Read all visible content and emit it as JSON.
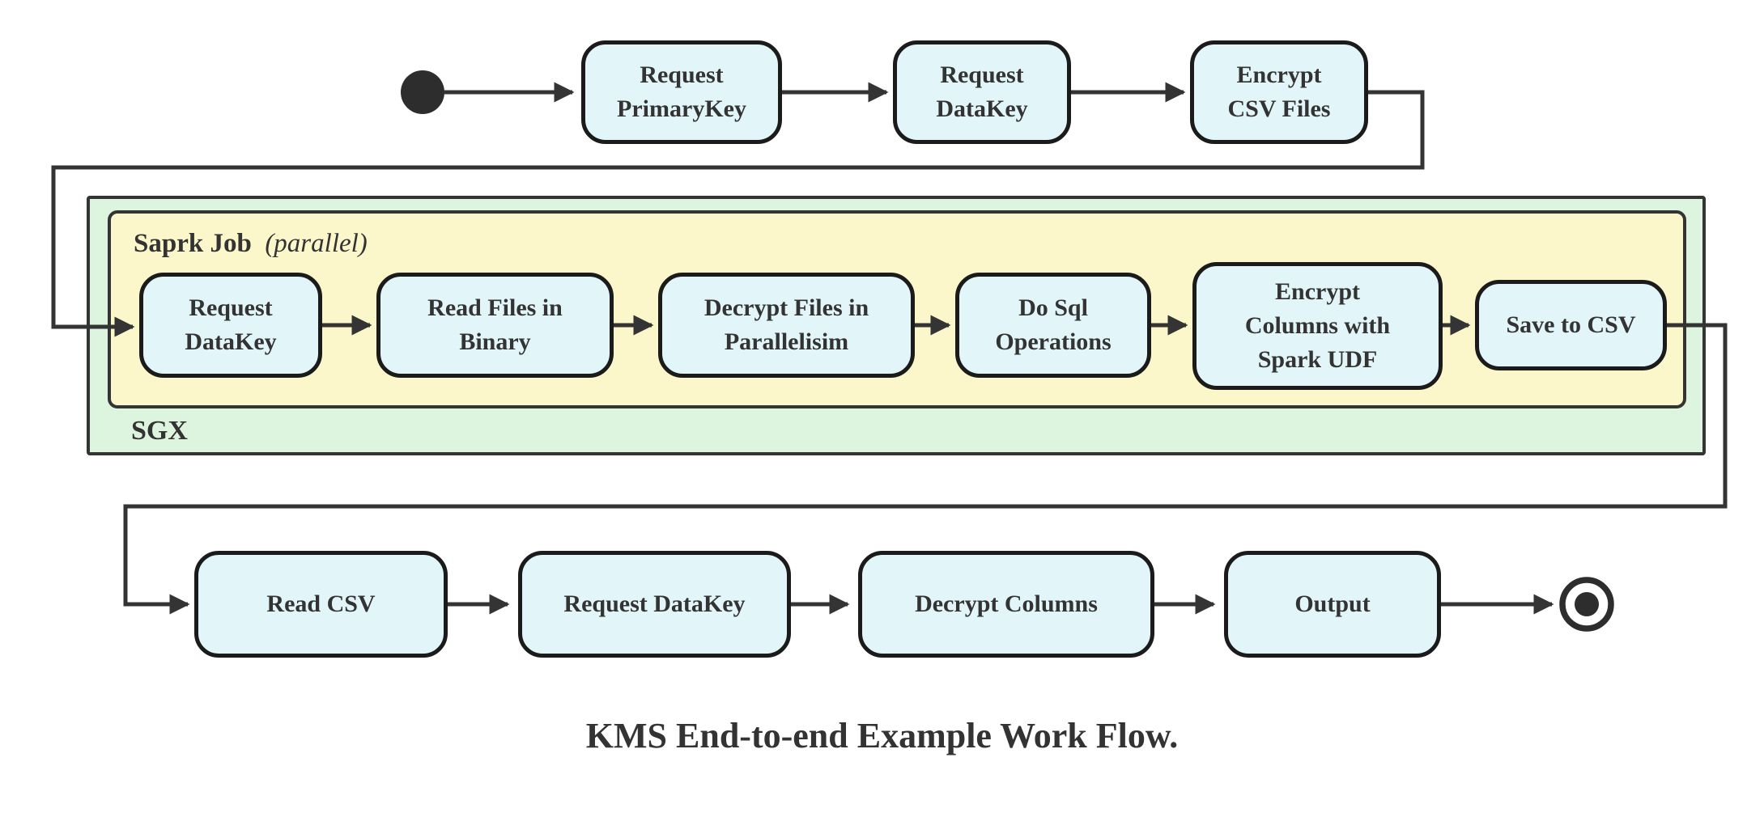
{
  "diagram": {
    "caption": "KMS End-to-end Example Work Flow.",
    "top_row": [
      "Request\nPrimaryKey",
      "Request\nDataKey",
      "Encrypt\nCSV Files"
    ],
    "sgx_group": {
      "label": "SGX",
      "spark_group": {
        "label": "Saprk Job",
        "qualifier": "(parallel)",
        "nodes": [
          "Request\nDataKey",
          "Read Files in\nBinary",
          "Decrypt Files in\nParallelisim",
          "Do Sql\nOperations",
          "Encrypt\nColumns with\nSpark UDF",
          "Save to CSV"
        ]
      }
    },
    "bottom_row": [
      "Read CSV",
      "Request DataKey",
      "Decrypt Columns",
      "Output"
    ],
    "colors": {
      "node_fill": "#e2f5f9",
      "node_border": "#1b1b1b",
      "spark_group_fill": "#fbf7cb",
      "sgx_group_fill": "#ddf4df",
      "group_border": "#343434",
      "edge": "#343434",
      "text": "#333333"
    }
  }
}
